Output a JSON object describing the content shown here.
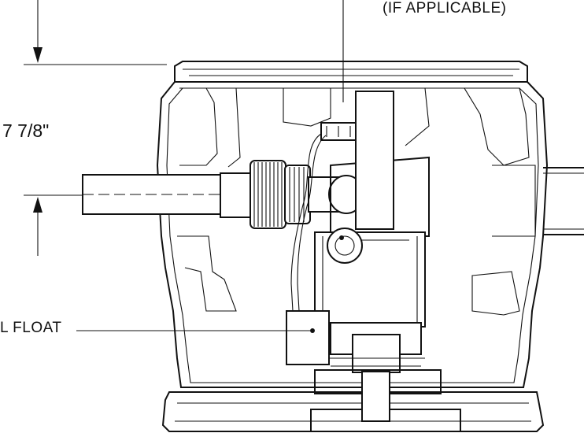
{
  "labels": {
    "applicable": "(IF APPLICABLE)",
    "dimension": "7 7/8\"",
    "float": "L FLOAT"
  },
  "colors": {
    "line": "#111111",
    "background": "#ffffff"
  }
}
